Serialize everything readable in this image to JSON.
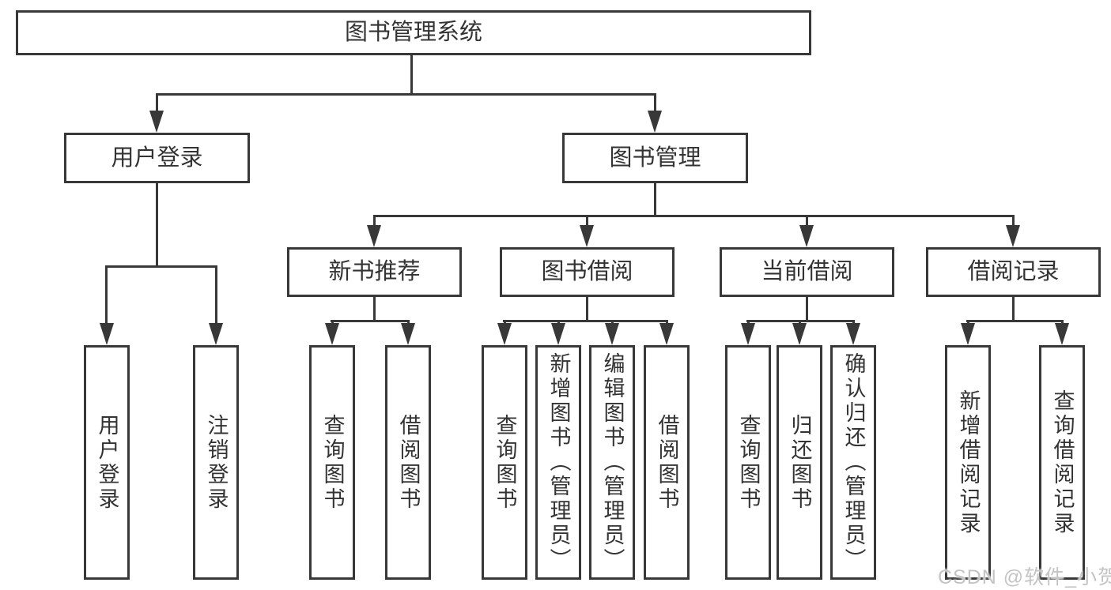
{
  "tree": {
    "root": {
      "label": "图书管理系统"
    },
    "children": [
      {
        "label": "用户登录",
        "children": [
          {
            "label": "用户登录"
          },
          {
            "label": "注销登录"
          }
        ]
      },
      {
        "label": "图书管理",
        "children": [
          {
            "label": "新书推荐",
            "children": [
              {
                "label": "查询图书"
              },
              {
                "label": "借阅图书"
              }
            ]
          },
          {
            "label": "图书借阅",
            "children": [
              {
                "label": "查询图书"
              },
              {
                "label": "新增图书（管理员）"
              },
              {
                "label": "编辑图书（管理员）"
              },
              {
                "label": "借阅图书"
              }
            ]
          },
          {
            "label": "当前借阅",
            "children": [
              {
                "label": "查询图书"
              },
              {
                "label": "归还图书"
              },
              {
                "label": "确认归还（管理员）"
              }
            ]
          },
          {
            "label": "借阅记录",
            "children": [
              {
                "label": "新增借阅记录"
              },
              {
                "label": "查询借阅记录"
              }
            ]
          }
        ]
      }
    ]
  },
  "watermark": {
    "text": "CSDN @软件_小贺同学"
  },
  "colors": {
    "line": "#383838",
    "text": "#333333",
    "watermark": "#c4c4c4",
    "background": "#ffffff"
  }
}
